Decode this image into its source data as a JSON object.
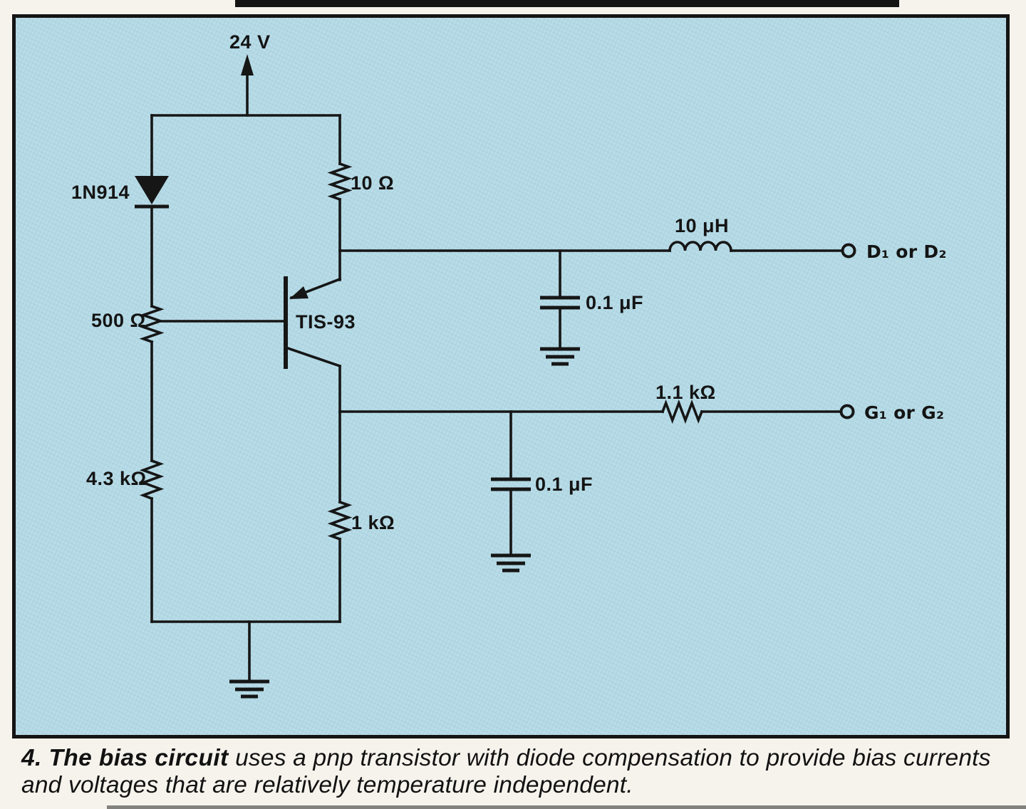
{
  "colors": {
    "panel_blue": "#b3d9e5",
    "ink": "#141414",
    "paper": "#f5f3ec"
  },
  "circuit": {
    "supply_label": "24 V",
    "diode_label": "1N914",
    "resistor_500": "500 Ω",
    "resistor_4_3k": "4.3 kΩ",
    "resistor_10": "10 Ω",
    "resistor_1k": "1 kΩ",
    "resistor_1_1k": "1.1 kΩ",
    "transistor_label": "TIS-93",
    "inductor_label": "10 μH",
    "capacitor_top": "0.1 μF",
    "capacitor_bottom": "0.1 μF",
    "terminal_drain": "D₁ or D₂",
    "terminal_gate": "G₁ or G₂"
  },
  "caption": {
    "figure_lead": "4. The bias circuit",
    "text": " uses a pnp transistor with diode compensation to provide bias currents and voltages that are relatively temperature independent."
  }
}
